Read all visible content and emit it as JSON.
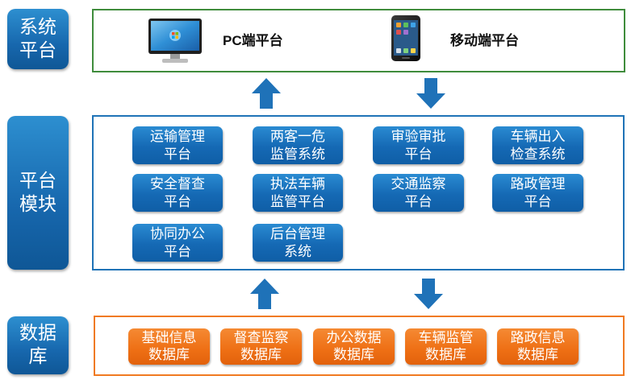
{
  "side_labels": {
    "system": "系统平台",
    "modules": "平台模块",
    "database": "数据库"
  },
  "platforms": {
    "pc": {
      "icon": "monitor-icon",
      "label": "PC端平台"
    },
    "mobile": {
      "icon": "smartphone-icon",
      "label": "移动端平台"
    }
  },
  "modules": [
    "运输管理平台",
    "两客一危监管系统",
    "审验审批平台",
    "车辆出入检查系统",
    "安全督查平台",
    "执法车辆监管平台",
    "交通监察平台",
    "路政管理平台",
    "协同办公平台",
    "后台管理系统"
  ],
  "databases": [
    "基础信息数据库",
    "督查监察数据库",
    "办公数据数据库",
    "车辆监管数据库",
    "路政信息数据库"
  ],
  "colors": {
    "blue": "#1767ad",
    "green_frame": "#3f8c3c",
    "blue_frame": "#1f73b7",
    "orange": "#ee6f14"
  }
}
